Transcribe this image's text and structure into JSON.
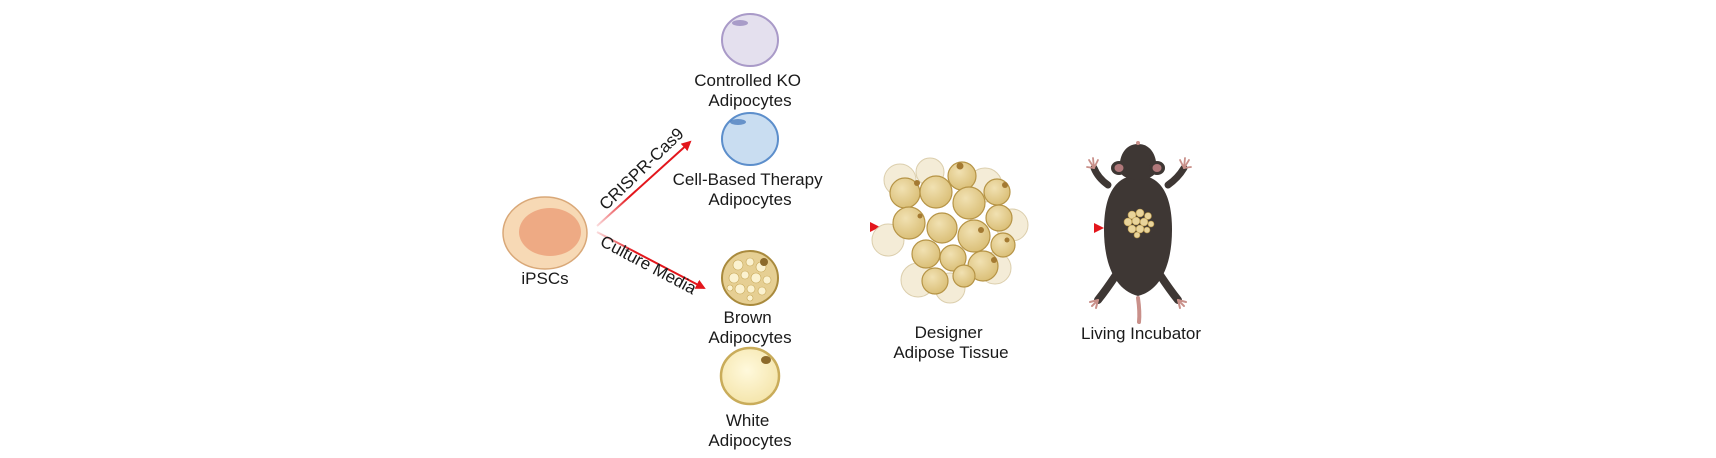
{
  "labels": {
    "ipsc": "iPSCs",
    "crispr": "CRISPR-Cas9",
    "culture": "Culture Media",
    "controlled_ko": [
      "Controlled KO",
      "Adipocytes"
    ],
    "cell_therapy": [
      "Cell-Based Therapy",
      "Adipocytes"
    ],
    "brown": [
      "Brown",
      "Adipocytes"
    ],
    "white": [
      "White",
      "Adipocytes"
    ],
    "designer": [
      "Designer",
      "Adipose Tissue"
    ],
    "living": "Living Incubator"
  },
  "icons": {
    "ipsc_cell": "ipsc-cell-icon",
    "ko_cell": "ko-adipocyte-icon",
    "therapy_cell": "therapy-adipocyte-icon",
    "brown_cell": "brown-adipocyte-icon",
    "white_cell": "white-adipocyte-icon",
    "tissue": "adipose-tissue-cluster-icon",
    "mouse": "mouse-icon"
  },
  "colors": {
    "arrow": "#e3161c",
    "ipsc_fill": "#f7d9b5",
    "ipsc_nucleus": "#eeaa84",
    "ko_fill": "#e4e0ee",
    "ko_stroke": "#a99ac8",
    "therapy_fill": "#c9ddf1",
    "therapy_stroke": "#5c8ecb",
    "brown_fill": "#e6cf93",
    "brown_stroke": "#a98a3d",
    "white_fill": "#fbf0c4",
    "white_stroke": "#c9ac5a",
    "fat": "#e9d49b",
    "mouse": "#3e3734"
  }
}
